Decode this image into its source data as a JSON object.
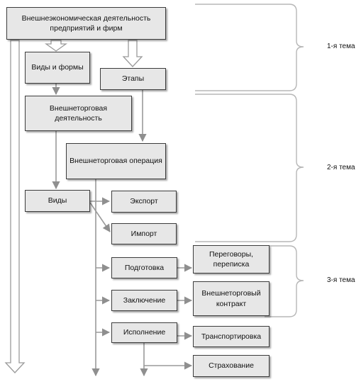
{
  "boxes": {
    "main": "Внешнеэкономическая деятельность\nпредприятий и фирм",
    "kinds_forms": "Виды и формы",
    "stages": "Этапы",
    "foreign_trade_activity": "Внешнеторговая\nдеятельность",
    "foreign_trade_operation": "Внешнеторговая операция",
    "kinds": "Виды",
    "export": "Экспорт",
    "import": "Импорт",
    "preparation": "Подготовка",
    "negotiations": "Переговоры,\nпереписка",
    "conclusion": "Заключение",
    "contract": "Внешнеторговый\nконтракт",
    "execution": "Исполнение",
    "transport": "Транспортировка",
    "insurance": "Страхование"
  },
  "themes": {
    "theme1": "1-я тема",
    "theme2": "2-я тема",
    "theme3": "3-я тема"
  },
  "colors": {
    "box_fill": "#e7e7e7",
    "box_border": "#3c3c3c",
    "connector": "#9a9a9a",
    "brace": "#b4b4b4"
  }
}
